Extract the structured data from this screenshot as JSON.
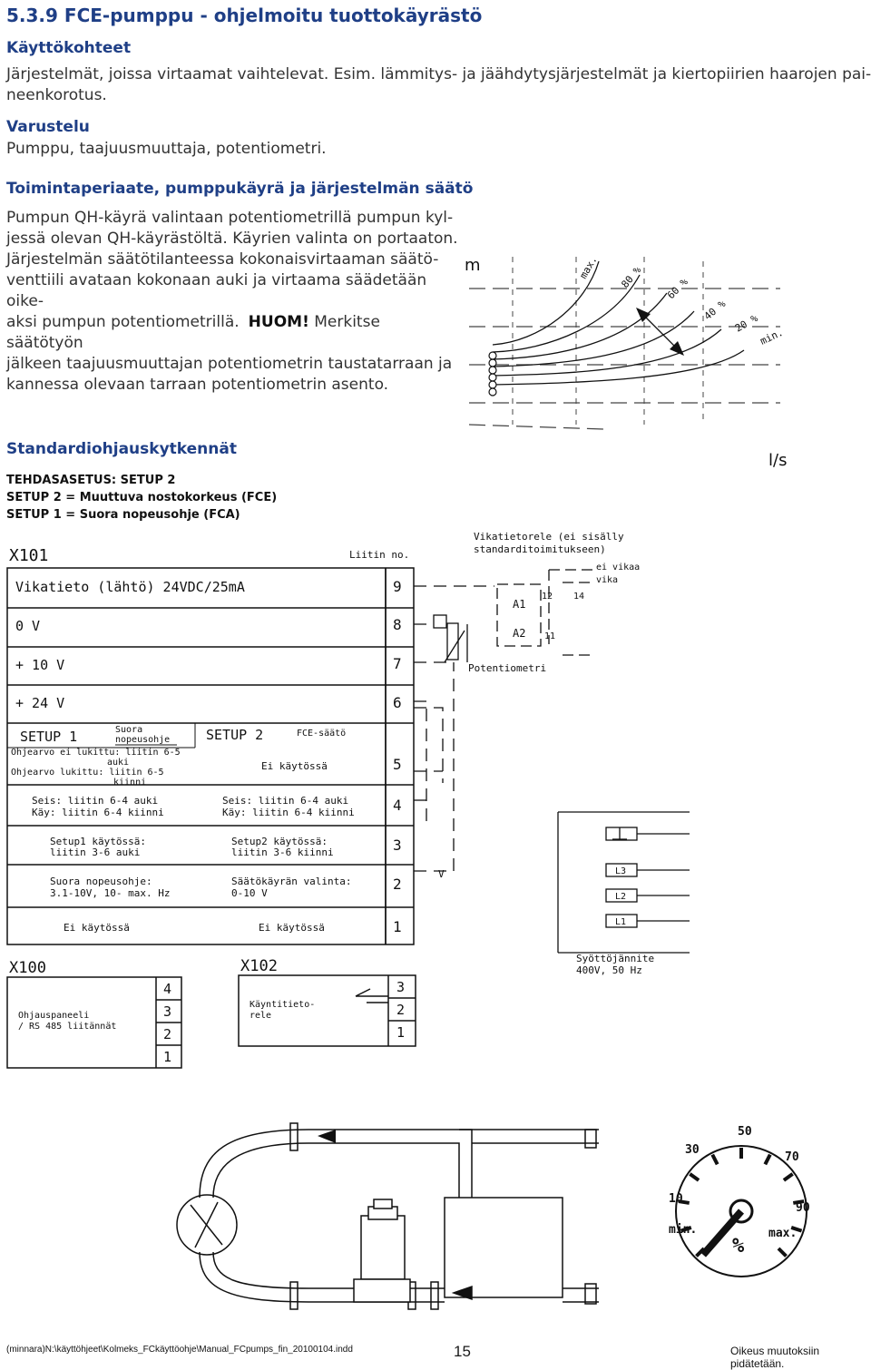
{
  "title": "5.3.9 FCE-pumppu - ohjelmoitu tuottokäyrästö",
  "kayttokohteet": {
    "heading": "Käyttökohteet",
    "line1": "Järjestelmät, joissa virtaamat vaihtelevat.  Esim. lämmitys- ja  jäähdytysjärjestelmät  ja kiertopiirien haarojen pai-",
    "line2": "neenkorotus."
  },
  "varustelu": {
    "heading": "Varustelu",
    "text": "Pumppu, taajuusmuuttaja, potentiometri."
  },
  "toiminta": {
    "heading": "Toimintaperiaate, pumppukäyrä ja järjestelmän säätö",
    "lines": [
      "Pumpun QH-käyrä valintaan potentiometrillä pumpun kyl-",
      "jessä olevan QH-käyrästöltä. Käyrien valinta on portaaton.",
      "Järjestelmän säätötilanteessa kokonaisvirtaaman säätö-",
      "venttiili avataan kokonaan auki ja virtaama säädetään oike-",
      "aksi pumpun potentiometrillä."
    ],
    "huom": "HUOM!",
    "huom_rest": " Merkitse säätötyön",
    "lines2": [
      "jälkeen taajuusmuuttajan potentiometrin taustatarraan ja",
      "kannessa olevaan tarraan potentiometrin asento."
    ]
  },
  "curve": {
    "y_unit": "m",
    "x_unit": "l/s",
    "labels": [
      "max.",
      "80 %",
      "60 %",
      "40 %",
      "20 %",
      "min."
    ]
  },
  "standard": {
    "heading": "Standardiohjauskytkennät",
    "setup_lines": [
      "TEHDASASETUS: SETUP 2",
      "SETUP 2 = Muuttuva nostokorkeus (FCE)",
      "SETUP 1 = Suora nopeusohje (FCA)"
    ]
  },
  "wiring": {
    "x101": "X101",
    "liitin_no": "Liitin no.",
    "vikatietorele_1": "Vikatietorele (ei sisälly",
    "vikatietorele_2": "standarditoimitukseen)",
    "ei_vikaa": "ei vikaa",
    "vika": "vika",
    "a1": "A1",
    "a2": "A2",
    "t12": "12",
    "t14": "14",
    "t11": "11",
    "potentiometri": "Potentiometri",
    "row9": "Vikatieto (lähtö) 24VDC/25mA",
    "row8": "0 V",
    "row7": "+ 10 V",
    "row6": "+ 24 V",
    "nums": [
      "9",
      "8",
      "7",
      "6",
      "5",
      "4",
      "3",
      "2",
      "1"
    ],
    "setup1": "SETUP 1",
    "setup1_sub1": "Suora",
    "setup1_sub2": "nopeusohje",
    "setup2": "SETUP 2",
    "setup2_sub": "FCE-säätö",
    "r5_left": [
      "Ohjearvo ei lukittu: liitin 6-5",
      "auki",
      "Ohjearvo lukittu: liitin 6-5",
      "kiinni"
    ],
    "r5_right": "Ei käytössä",
    "r4_left": [
      "Seis: liitin 6-4 auki",
      "Käy: liitin 6-4 kiinni"
    ],
    "r4_right": [
      "Seis: liitin 6-4 auki",
      "Käy: liitin 6-4 kiinni"
    ],
    "r3_left": [
      "Setup1 käytössä:",
      "liitin 3-6 auki"
    ],
    "r3_right": [
      "Setup2 käytössä:",
      "liitin 3-6 kiinni"
    ],
    "r2_left": [
      "Suora nopeusohje:",
      "3.1-10V, 10- max. Hz"
    ],
    "r2_right": [
      "Säätökäyrän valinta:",
      "0-10 V"
    ],
    "r1_left": "Ei käytössä",
    "r1_right": "Ei käytössä",
    "v": "V",
    "l3": "L3",
    "l2": "L2",
    "l1": "L1",
    "x100": "X100",
    "x100_text": [
      "Ohjauspaneeli",
      "/ RS 485 liitännät"
    ],
    "x100_nums": [
      "4",
      "3",
      "2",
      "1"
    ],
    "x102": "X102",
    "x102_text": [
      "Käyntitieto-",
      "rele"
    ],
    "x102_nums": [
      "3",
      "2",
      "1"
    ],
    "syotto": [
      "Syöttöjännite",
      "400V, 50 Hz"
    ]
  },
  "dial": {
    "labels": [
      "30",
      "50",
      "70",
      "10",
      "90",
      "min.",
      "max.",
      "%"
    ]
  },
  "footer": {
    "path": "(minnara)N:\\käyttöhjeet\\Kolmeks_FCkäyttöohje\\Manual_FCpumps_fin_20100104.indd",
    "page": "15",
    "note": "Oikeus muutoksiin pidätetään."
  }
}
